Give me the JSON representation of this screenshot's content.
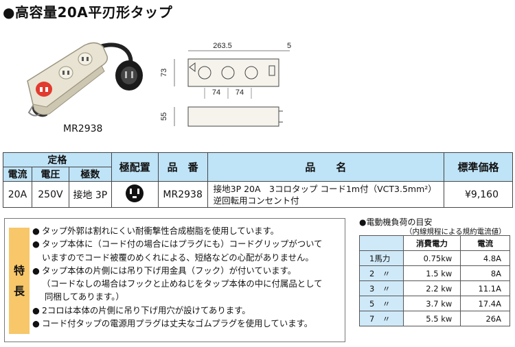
{
  "title": "●高容量20A平刃形タップ",
  "model_caption": "MR2938",
  "drawing": {
    "dim_length": "263.5",
    "dim_end": "5",
    "dim_height": "73",
    "dim_pitch_1": "74",
    "dim_pitch_2": "74",
    "dim_depth": "55"
  },
  "spec_table": {
    "group_header": "定格",
    "headers": [
      "電流",
      "電圧",
      "極数",
      "極配置",
      "品　番",
      "品　　名",
      "標準価格"
    ],
    "row": {
      "current": "20A",
      "voltage": "250V",
      "poles": "接地 3P",
      "part_number": "MR2938",
      "name_line1": "接地3P 20A　3コロタップ コード1m付（VCT3.5mm²）",
      "name_line2": "逆回転用コンセント付",
      "price": "¥9,160"
    }
  },
  "features": {
    "label_1": "特",
    "label_2": "長",
    "items": [
      {
        "bullet": "●",
        "lines": [
          "タップ外郭は割れにくい耐衝撃性合成樹脂を使用しています。"
        ]
      },
      {
        "bullet": "●",
        "lines": [
          "タップ本体に（コード付の場合にはプラグにも）コードグリップがついて",
          "いますのでコード被覆のめくれによる、短絡などの心配がありません。"
        ]
      },
      {
        "bullet": "●",
        "lines": [
          "タップ本体の片側には吊り下げ用金具（フック）が付いています。",
          "（コードなしの場合はフックと止めねじをタップ本体の中に付属品として",
          "同梱してあります。）"
        ]
      },
      {
        "bullet": "●",
        "lines": [
          "2コロは本体の片側に吊り下げ用穴が設けてあります。"
        ]
      },
      {
        "bullet": "●",
        "lines": [
          "コード付タップの電源用プラグは丈夫なゴムプラグを使用しています。"
        ]
      }
    ]
  },
  "motor": {
    "title": "●電動機負荷の目安",
    "note": "（内線規程による規約電流値）",
    "col_power": "消費電力",
    "col_current": "電流",
    "rows": [
      {
        "hp": "1馬力",
        "kw": "0.75kw",
        "amp": "4.8A"
      },
      {
        "hp": "2　〃",
        "kw": "1.5 kw",
        "amp": "8A"
      },
      {
        "hp": "3　〃",
        "kw": "2.2 kw",
        "amp": "11.1A"
      },
      {
        "hp": "5　〃",
        "kw": "3.7 kw",
        "amp": "17.4A"
      },
      {
        "hp": "7　〃",
        "kw": "5.5 kw",
        "amp": "26A"
      }
    ]
  },
  "colors": {
    "table_header": "#bfe3f7",
    "feature_label": "#f7c76a",
    "motor_col": "#cfe9f8"
  }
}
